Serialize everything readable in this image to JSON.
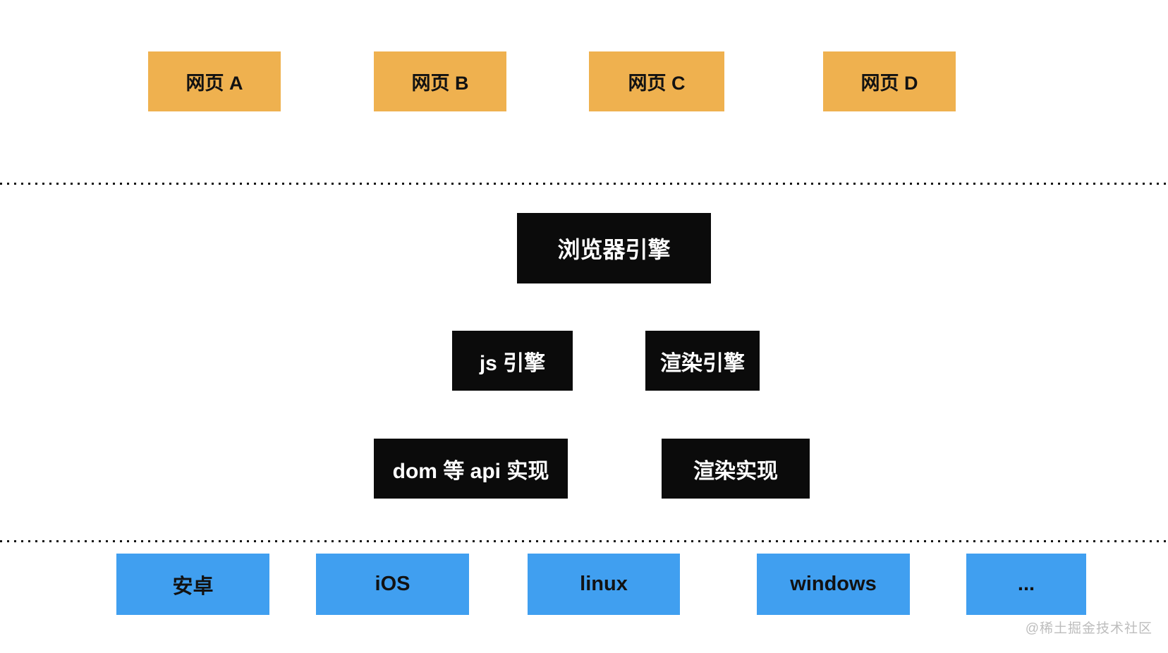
{
  "diagram": {
    "title_semantic": "browser-architecture-layers",
    "colors": {
      "page_box_bg": "#efb14f",
      "engine_box_bg": "#0b0b0b",
      "engine_box_text": "#ffffff",
      "os_box_bg": "#409ff0",
      "box_text": "#121212",
      "separator_dot": "#151515",
      "watermark_text": "#bdbdbd",
      "background": "#ffffff"
    },
    "top_row": [
      {
        "label": "网页 A"
      },
      {
        "label": "网页 B"
      },
      {
        "label": "网页 C"
      },
      {
        "label": "网页 D"
      }
    ],
    "browser_engine": {
      "label": "浏览器引擎"
    },
    "engine_row": [
      {
        "label": "js 引擎"
      },
      {
        "label": "渲染引擎"
      }
    ],
    "impl_row": [
      {
        "label": "dom 等 api 实现"
      },
      {
        "label": "渲染实现"
      }
    ],
    "os_row": [
      {
        "label": "安卓"
      },
      {
        "label": "iOS"
      },
      {
        "label": "linux"
      },
      {
        "label": "windows"
      },
      {
        "label": "..."
      }
    ],
    "watermark": "@稀土掘金技术社区"
  }
}
